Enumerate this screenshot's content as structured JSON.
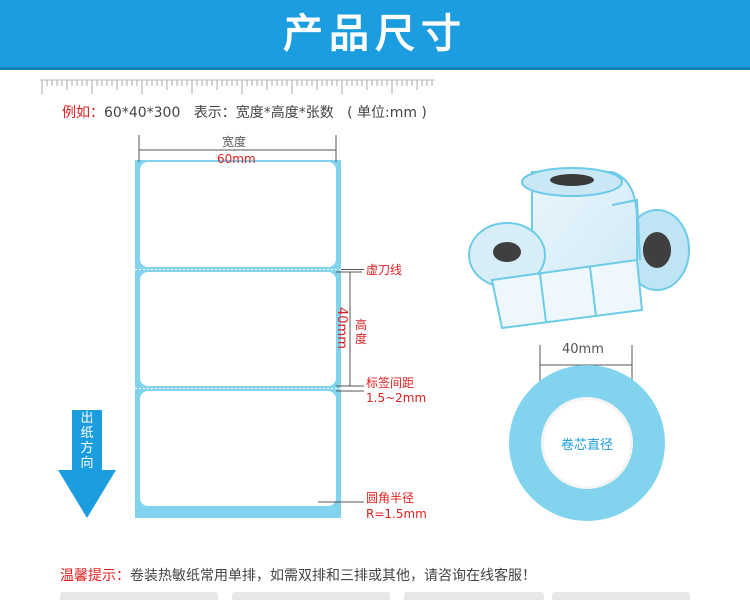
{
  "banner": {
    "title": "产品尺寸"
  },
  "example": {
    "prefix": "例如：",
    "value": "60*40*300",
    "desc": "表示：宽度*高度*张数",
    "unit": "( 单位:mm )"
  },
  "dimensions": {
    "width_label": "宽度",
    "width_value": "60mm",
    "height_value": "40mm",
    "height_label": [
      "高",
      "度"
    ],
    "perforation": "虚刀线",
    "gap_label": "标签间距",
    "gap_value": "1.5~2mm",
    "corner_label": "圆角半径",
    "corner_value": "R=1.5mm"
  },
  "output_direction": [
    "出",
    "纸",
    "方",
    "向"
  ],
  "roll": {
    "width_value": "40mm",
    "core_label": "卷芯直径"
  },
  "tip": {
    "prefix": "温馨提示：",
    "text": "卷装热敏纸常用单排，如需双排和三排或其他，请咨询在线客服！"
  },
  "colors": {
    "banner": "#1b9ddf",
    "label_backing": "#82d4ee",
    "highlight": "#e02020",
    "arrow": "#1b9ddf"
  }
}
